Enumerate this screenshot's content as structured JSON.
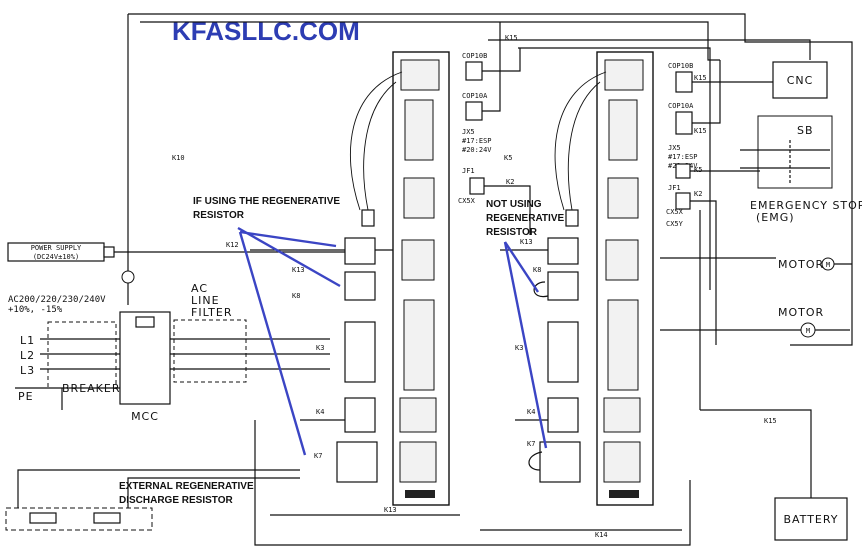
{
  "brand": "KFASLLC.COM",
  "power_supply": {
    "line1": "POWER SUPPLY",
    "line2": "(DC24V±10%)"
  },
  "ac_input": {
    "line1": "AC200/220/230/240V",
    "line2": "+10%, -15%"
  },
  "phases": [
    "L1",
    "L2",
    "L3"
  ],
  "pe": "PE",
  "breaker": "BREAKER",
  "mcc": "MCC",
  "ac_line_filter": [
    "AC",
    "LINE",
    "FILTER"
  ],
  "annotations": {
    "regen_if": [
      "IF USING THE REGENERATIVE",
      "RESISTOR"
    ],
    "regen_not": [
      "NOT USING",
      "REGENERATIVE",
      "RESISTOR"
    ],
    "external": [
      "EXTERNAL REGENERATIVE",
      "DISCHARGE RESISTOR"
    ]
  },
  "connectors_left": [
    "COP10B",
    "COP10A",
    "JX5",
    "#17:ESP",
    "#20:24V",
    "JF1",
    "CX5X"
  ],
  "connectors_right": [
    "COP10B",
    "COP10A",
    "JX5",
    "#17:ESP",
    "#20:24V",
    "JF1",
    "CX5X",
    "CX5Y"
  ],
  "cables": [
    "K15",
    "K15",
    "K15",
    "K5",
    "K5",
    "K2",
    "K2",
    "K10",
    "K12",
    "K13",
    "K8",
    "K3",
    "K4",
    "K7",
    "K13",
    "K8",
    "K3",
    "K4",
    "K7",
    "K13",
    "K14",
    "K15"
  ],
  "cnc": "CNC",
  "sb": "SB",
  "emergency_stop": {
    "line1": "EMERGENCY STOP",
    "line2": "(EMG)"
  },
  "motors": [
    "MOTOR",
    "MOTOR"
  ],
  "motor_symbol": "M",
  "battery": "BATTERY"
}
